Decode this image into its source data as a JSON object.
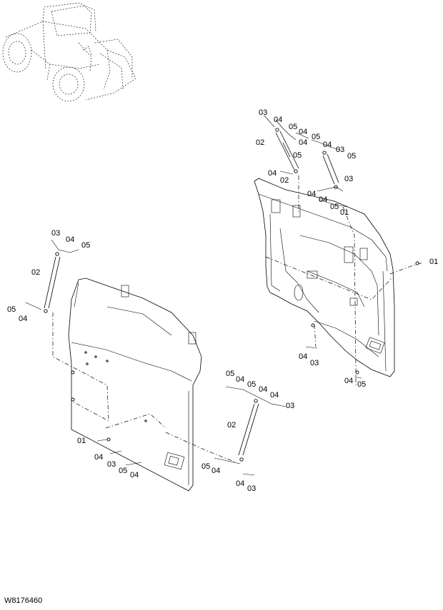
{
  "document": {
    "code": "W8176460"
  },
  "callouts": [
    {
      "id": "t1",
      "text": "03"
    },
    {
      "id": "t2",
      "text": "04"
    },
    {
      "id": "t3",
      "text": "05"
    },
    {
      "id": "t4",
      "text": "04"
    },
    {
      "id": "t5",
      "text": "05"
    },
    {
      "id": "t6",
      "text": "04"
    },
    {
      "id": "t7",
      "text": "02"
    },
    {
      "id": "t8",
      "text": "05"
    },
    {
      "id": "t9",
      "text": "04"
    },
    {
      "id": "t10",
      "text": "03"
    },
    {
      "id": "t11",
      "text": "05"
    },
    {
      "id": "t12",
      "text": "04"
    },
    {
      "id": "t13",
      "text": "02"
    },
    {
      "id": "t14",
      "text": "03"
    },
    {
      "id": "t15",
      "text": "04"
    },
    {
      "id": "t16",
      "text": "04"
    },
    {
      "id": "t17",
      "text": "05"
    },
    {
      "id": "t18",
      "text": "01"
    },
    {
      "id": "t19",
      "text": "04"
    },
    {
      "id": "t20",
      "text": "03"
    },
    {
      "id": "t21",
      "text": "04"
    },
    {
      "id": "t22",
      "text": "05"
    },
    {
      "id": "t23",
      "text": "03"
    },
    {
      "id": "t24",
      "text": "04"
    },
    {
      "id": "t25",
      "text": "05"
    },
    {
      "id": "t26",
      "text": "02"
    },
    {
      "id": "t27",
      "text": "05"
    },
    {
      "id": "t28",
      "text": "04"
    },
    {
      "id": "t29",
      "text": "05"
    },
    {
      "id": "t30",
      "text": "04"
    },
    {
      "id": "t31",
      "text": "05"
    },
    {
      "id": "t32",
      "text": "04"
    },
    {
      "id": "t33",
      "text": "04"
    },
    {
      "id": "t34",
      "text": "03"
    },
    {
      "id": "t35",
      "text": "02"
    },
    {
      "id": "t36",
      "text": "01"
    },
    {
      "id": "t37",
      "text": "04"
    },
    {
      "id": "t38",
      "text": "03"
    },
    {
      "id": "t39",
      "text": "05"
    },
    {
      "id": "t40",
      "text": "04"
    },
    {
      "id": "t41",
      "text": "05"
    },
    {
      "id": "t42",
      "text": "04"
    },
    {
      "id": "t43",
      "text": "04"
    },
    {
      "id": "t44",
      "text": "03"
    }
  ]
}
